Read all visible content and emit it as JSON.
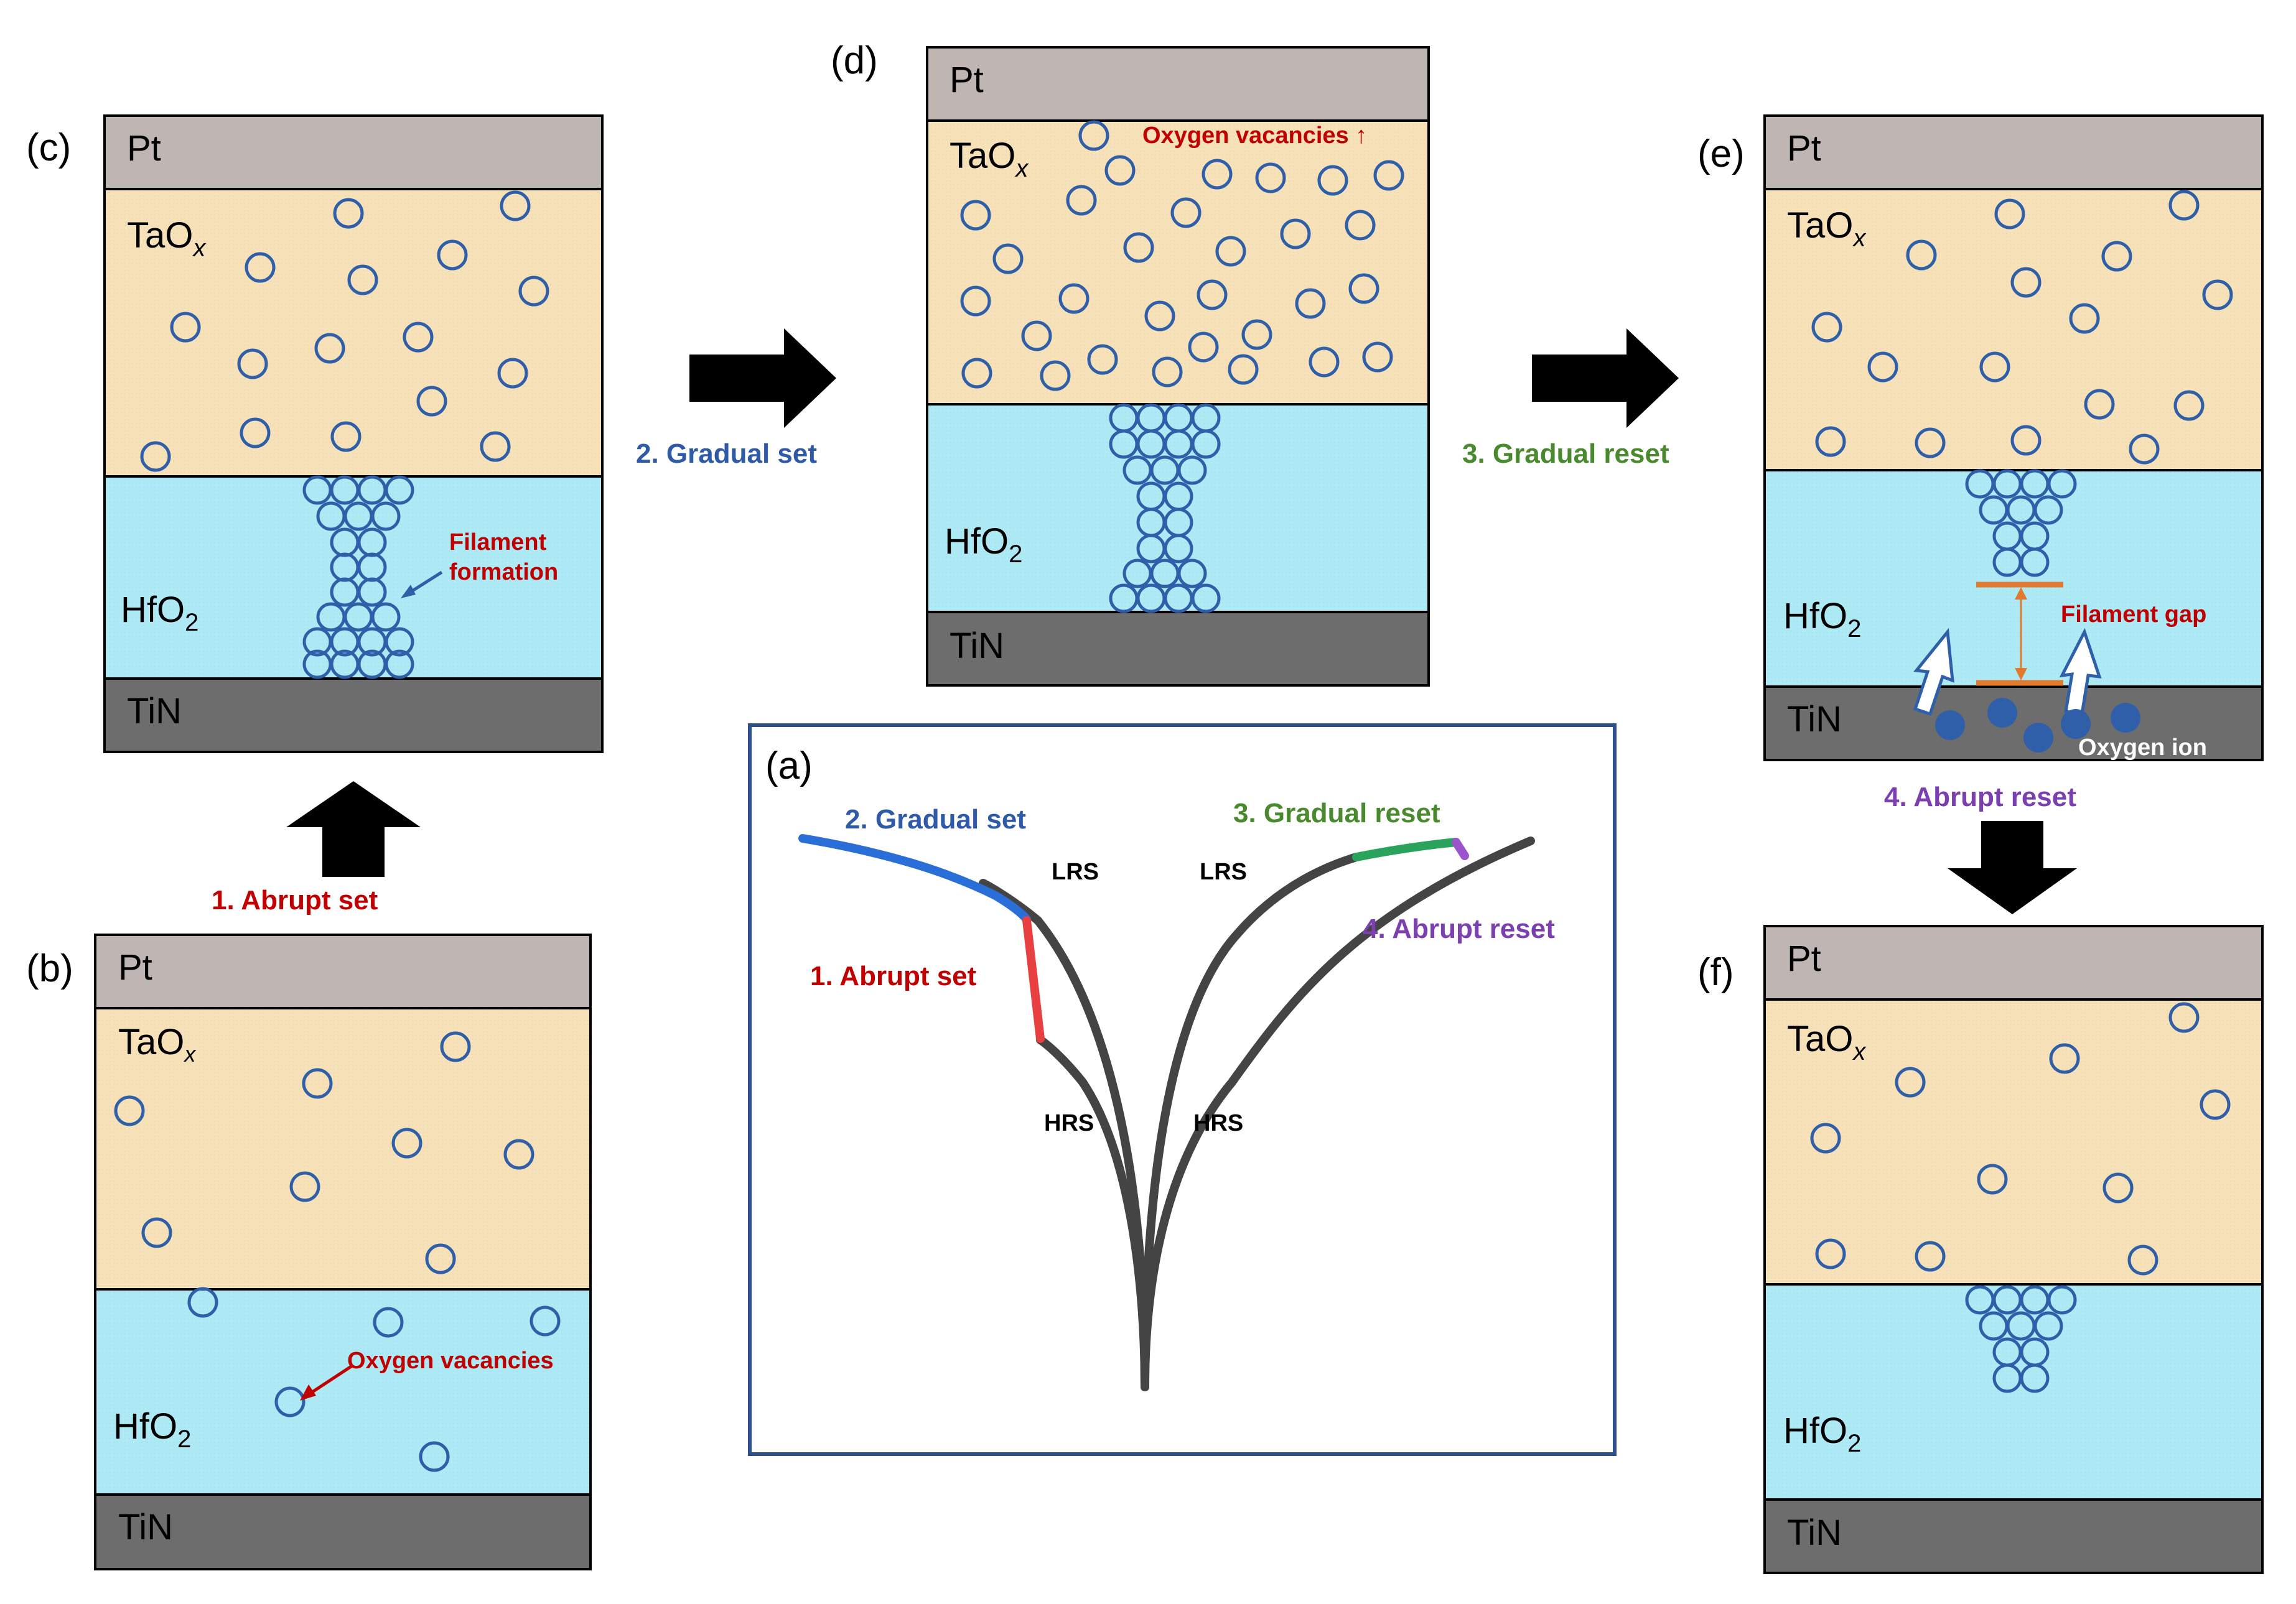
{
  "panels": {
    "a": "(a)",
    "b": "(b)",
    "c": "(c)",
    "d": "(d)",
    "e": "(e)",
    "f": "(f)"
  },
  "layers": {
    "top": "Pt",
    "middle_base": "TaO",
    "middle_sub": "x",
    "lower_base": "HfO",
    "lower_sub": "2",
    "bottom": "TiN"
  },
  "steps": {
    "step1": "1. Abrupt set",
    "step2": "2. Gradual set",
    "step3": "3. Gradual reset",
    "step4": "4. Abrupt reset"
  },
  "states": {
    "lrs": "LRS",
    "hrs": "HRS"
  },
  "annotations": {
    "oxygen_vacancies": "Oxygen vacancies",
    "oxygen_vacancies_up": "Oxygen vacancies ↑",
    "filament_formation_1": "Filament",
    "filament_formation_2": "formation",
    "filament_gap": "Filament gap",
    "oxygen_ion": "Oxygen ion"
  },
  "colors": {
    "pt": "#bfb5b2",
    "taox": "#f7e1b8",
    "hfo2": "#aeeaf5",
    "tin": "#6d6d6d",
    "vacancy": "#2f5fa8",
    "red_label": "#c00000",
    "blue_label": "#2e5aa8",
    "green_label": "#4a8a2e",
    "purple_label": "#7b3fb0",
    "curve_dark": "#444444",
    "seg_blue": "#2a6fd8",
    "seg_red": "#e84040",
    "seg_green": "#2aa45c",
    "seg_purple": "#9a55cc",
    "gap_bar": "#e07a30",
    "frame_a": "#2f4f8a",
    "arrow": "#000000"
  }
}
